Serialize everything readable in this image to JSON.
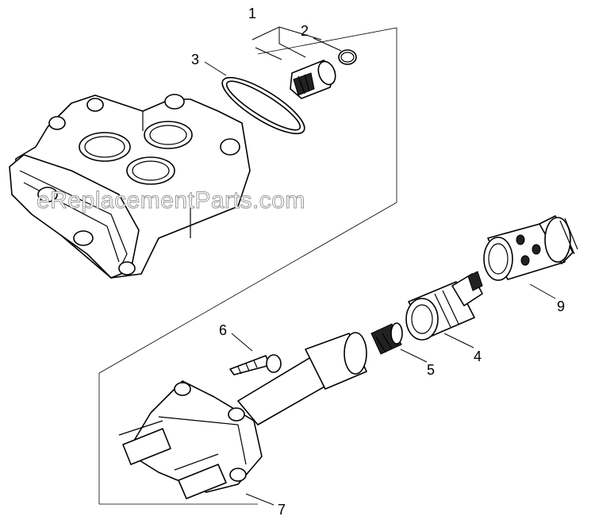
{
  "watermark": "eReplacementParts.com",
  "callouts": {
    "c1": "1",
    "c2": "2",
    "c3": "3",
    "c4": "4",
    "c5": "5",
    "c6": "6",
    "c7": "7",
    "c9": "9"
  }
}
